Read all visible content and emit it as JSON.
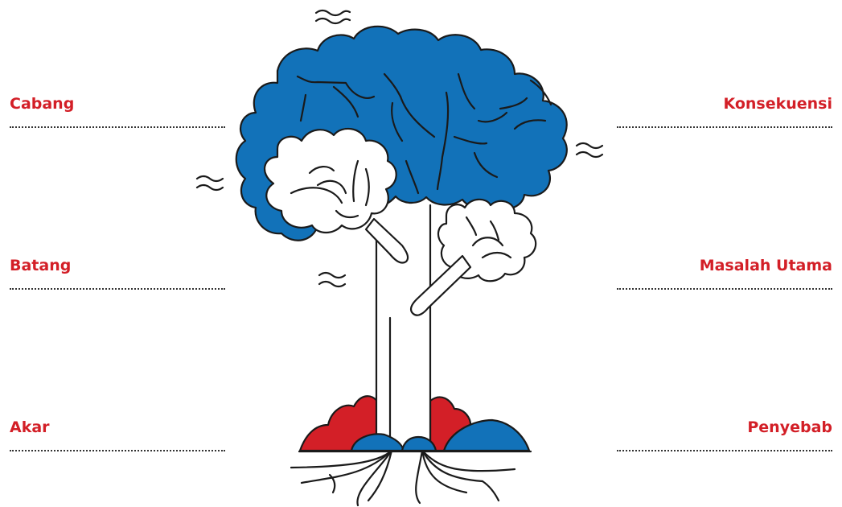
{
  "colors": {
    "label": "#d31f27",
    "foliage": "#1272b9",
    "shrub": "#d31f27",
    "outline": "#1a1a1a",
    "line": "#333333"
  },
  "labels": {
    "left": {
      "cabang": "Cabang",
      "batang": "Batang",
      "akar": "Akar"
    },
    "right": {
      "konsekuensi": "Konsekuensi",
      "masalah_utama": "Masalah Utama",
      "penyebab": "Penyebab"
    }
  },
  "illustration": "problem-tree"
}
